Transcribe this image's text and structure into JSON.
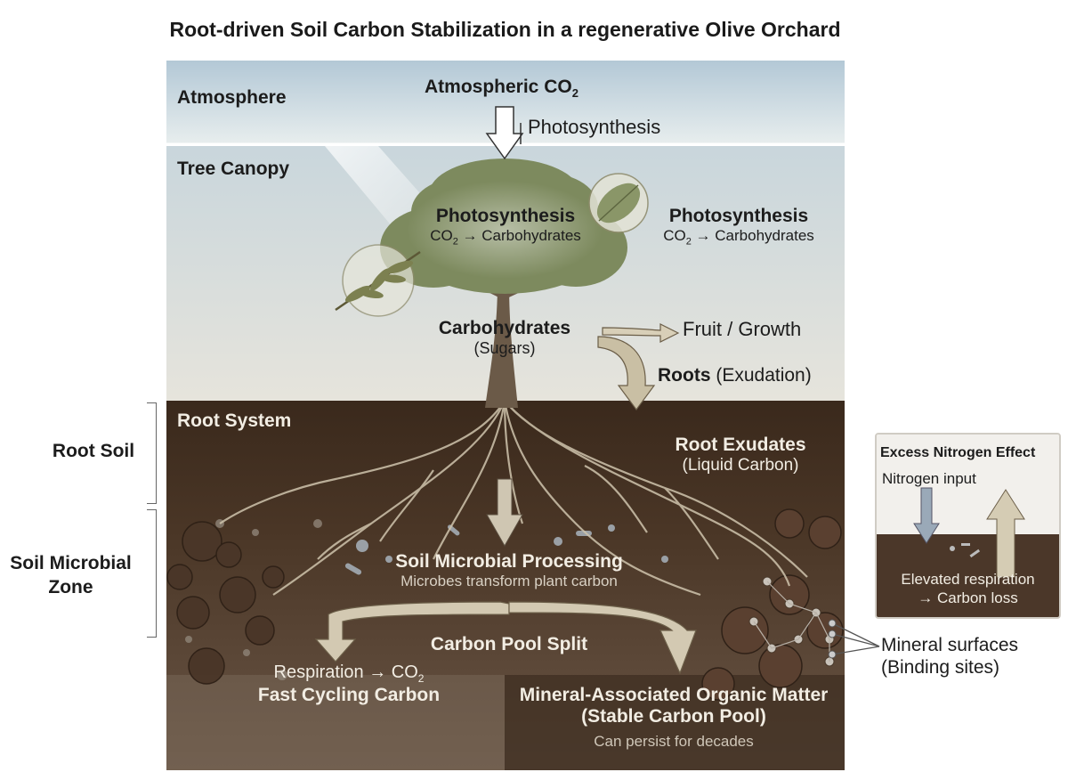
{
  "title": "Root-driven Soil Carbon Stabilization in a regenerative Olive Orchard",
  "zones": {
    "atmosphere": "Atmosphere",
    "canopy": "Tree Canopy",
    "root_system": "Root System"
  },
  "atmosphere": {
    "co2_main": "Atmospheric CO",
    "co2_sub": "2",
    "photosynthesis": "Photosynthesis"
  },
  "canopy": {
    "photo1_title": "Photosynthesis",
    "photo1_pre": "CO",
    "photo1_sub": "2",
    "photo1_post": " → Carbohydrates",
    "photo2_title": "Photosynthesis",
    "photo2_pre": "CO",
    "photo2_sub": "2",
    "photo2_post": " → Carbohydrates",
    "carbs_title": "Carbohydrates",
    "carbs_sub": "(Sugars)",
    "fruit": "Fruit / Growth",
    "roots_bold": "Roots",
    "roots_rest": " (Exudation)"
  },
  "soil": {
    "exudates_title": "Root Exudates",
    "exudates_sub": "(Liquid Carbon)",
    "microbial_title": "Soil Microbial Processing",
    "microbial_sub": "Microbes transform plant carbon",
    "split": "Carbon Pool Split",
    "resp_pre": "Respiration → CO",
    "resp_sub": "2",
    "fast": "Fast Cycling Carbon",
    "maom_1": "Mineral-Associated Organic Matter",
    "maom_2": "(Stable Carbon Pool)",
    "maom_sub": "Can persist for decades"
  },
  "side_labels": {
    "root_soil": "Root Soil",
    "microbial_1": "Soil Microbial",
    "microbial_2": "Zone"
  },
  "mineral": {
    "line1": "Mineral surfaces",
    "line2": "(Binding sites)"
  },
  "nitrogen_box": {
    "title": "Excess Nitrogen Effect",
    "input": "Nitrogen input",
    "resp_1": "Elevated respiration",
    "resp_2": "→ Carbon loss"
  },
  "colors": {
    "sky_top": "#b9cdd9",
    "sky_bottom": "#e9efef",
    "soil_dark": "#3a2a1d",
    "soil_mid": "#5a4331",
    "soil_light": "#8c7b6c",
    "arrow_fill": "#d8cfb8",
    "canopy_green": "#7e8b5f"
  },
  "icons": [
    "down-arrow-icon",
    "olive-branch-icon",
    "leaf-icon",
    "curved-arrow-icon"
  ]
}
